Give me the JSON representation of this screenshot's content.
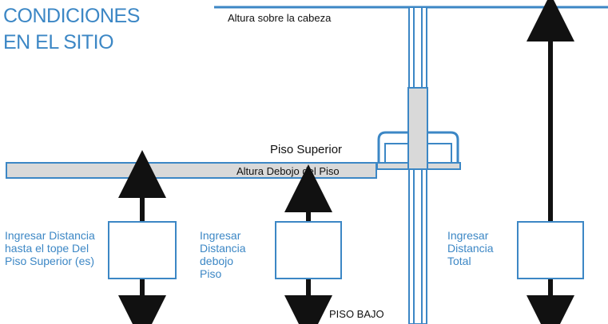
{
  "title": {
    "line1": "CONDICIONES",
    "line2": "EN EL SITIO"
  },
  "labels": {
    "overhead": "Altura sobre la cabeza",
    "upper_floor": "Piso Superior",
    "below_floor_height": "Altura Debojo del Piso",
    "lower_floor": "PISO BAJO"
  },
  "inputs": {
    "to_upper": [
      "Ingresar Distancia",
      "hasta el tope Del",
      "Piso Superior (es)"
    ],
    "below_floor": [
      "Ingresar",
      "Distancia",
      "debojo",
      "Piso"
    ],
    "total": [
      "Ingresar",
      "Distancia",
      "Total"
    ]
  },
  "colors": {
    "blue": "#3c87c5",
    "slab_fill": "#d9d9d9",
    "arrow": "#111111"
  }
}
